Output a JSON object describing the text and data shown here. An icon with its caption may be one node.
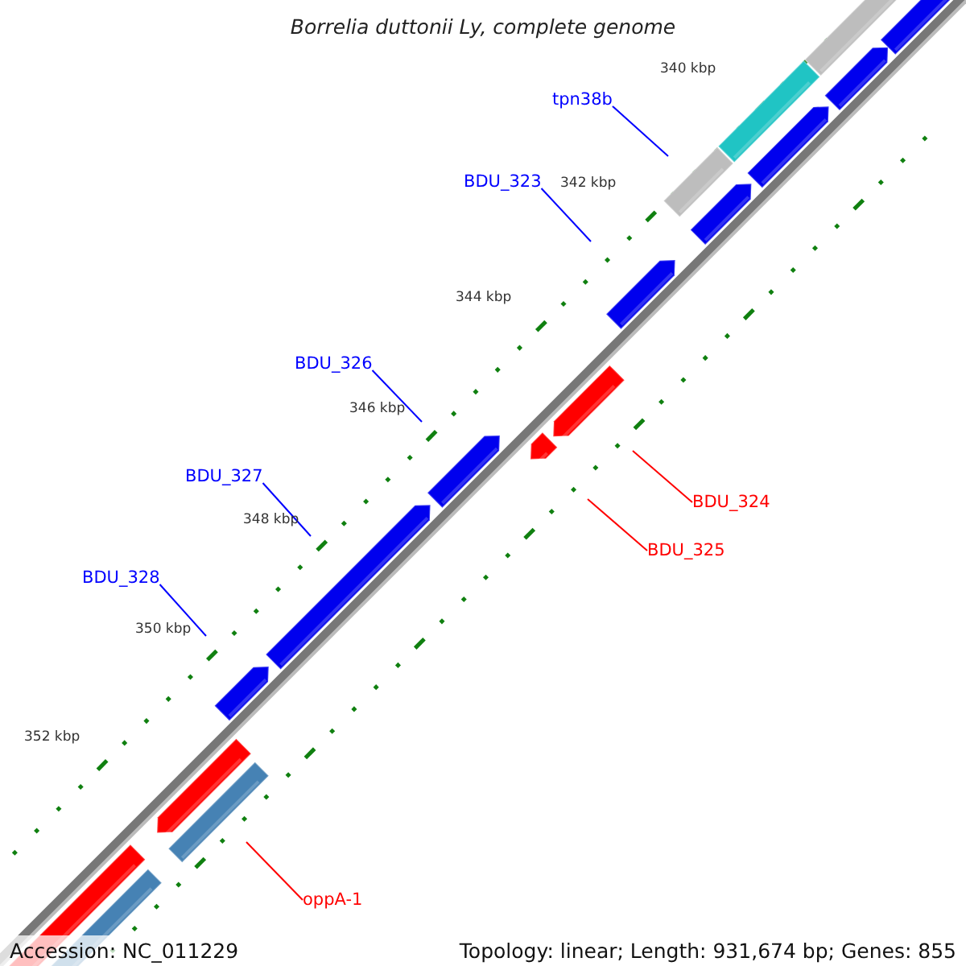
{
  "diagram": {
    "title": "Borrelia duttonii Ly, complete genome",
    "nodes": [
      {
        "text": [
          "tpn38b"
        ]
      },
      {
        "text": [
          "BDU_323"
        ]
      },
      {
        "text": [
          "BDU_326"
        ]
      },
      {
        "text": [
          "BDU_327"
        ]
      },
      {
        "text": [
          "BDU_324"
        ]
      },
      {
        "text": [
          "BDU_325"
        ]
      },
      {
        "text": [
          "BDU_328"
        ]
      },
      {
        "text": [
          "oppA-1"
        ]
      }
    ],
    "edges": [
      {
        "from": 0,
        "to": null,
        "arrow": "none"
      },
      {
        "from": 1,
        "to": null,
        "arrow": "none"
      },
      {
        "from": 2,
        "to": null,
        "arrow": "none"
      },
      {
        "from": 3,
        "to": null,
        "arrow": "none"
      },
      {
        "from": 4,
        "to": null,
        "arrow": "none",
        "color": "#ff0000"
      },
      {
        "from": 5,
        "to": null,
        "arrow": "none",
        "color": "#ff0000"
      },
      {
        "from": 6,
        "to": null,
        "arrow": "none"
      },
      {
        "from": 7,
        "to": null,
        "arrow": "none",
        "color": "#ff0000"
      }
    ],
    "labels": [
      "340 kbp",
      "342 kbp",
      "344 kbp",
      "346 kbp",
      "348 kbp",
      "350 kbp",
      "352 kbp",
      "Accession: NC_011229",
      "Topology: linear; Length: 931,674 bp; Genes: 855"
    ]
  }
}
